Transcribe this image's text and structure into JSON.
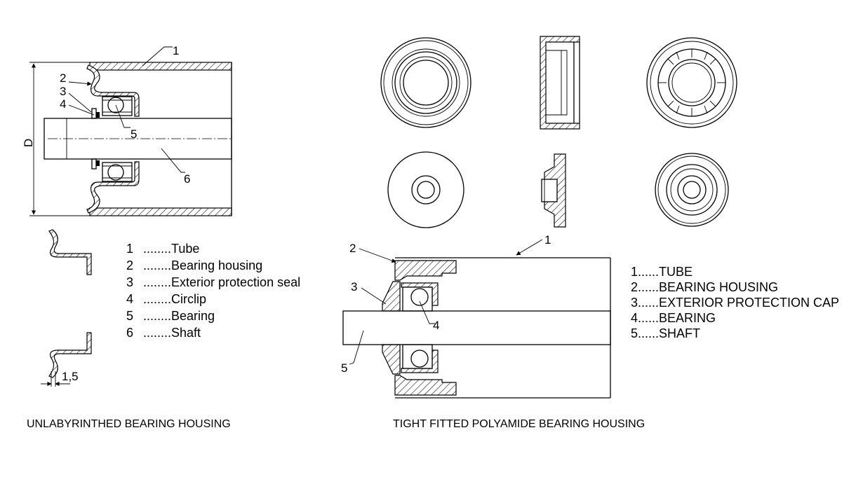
{
  "left_drawing": {
    "callouts": [
      "1",
      "2",
      "3",
      "4",
      "5",
      "6"
    ],
    "dimension_label": "D",
    "detail_dimension": "1,5",
    "legend": [
      {
        "num": "1",
        "text": "........Tube"
      },
      {
        "num": "2",
        "text": "........Bearing housing"
      },
      {
        "num": "3",
        "text": "........Exterior protection seal"
      },
      {
        "num": "4",
        "text": "........Circlip"
      },
      {
        "num": "5",
        "text": "........Bearing"
      },
      {
        "num": "6",
        "text": "........Shaft"
      }
    ],
    "caption": "UNLABYRINTHED BEARING HOUSING"
  },
  "right_drawing": {
    "callouts": [
      "1",
      "2",
      "3",
      "4",
      "5"
    ],
    "legend": [
      "1......TUBE",
      "2......BEARING HOUSING",
      "3......EXTERIOR PROTECTION CAP",
      "4......BEARING",
      "5......SHAFT"
    ],
    "caption": "TIGHT FITTED POLYAMIDE BEARING HOUSING"
  }
}
